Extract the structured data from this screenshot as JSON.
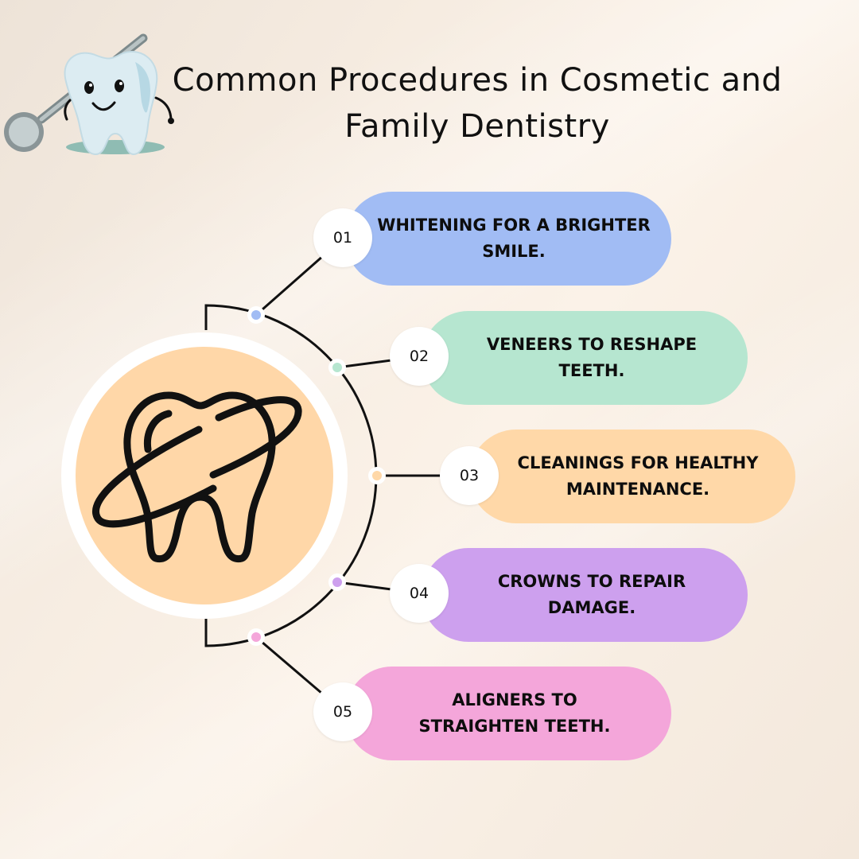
{
  "title": {
    "line1": "Common Procedures in Cosmetic and",
    "line2": "Family Dentistry"
  },
  "icons": {
    "mascot": "cartoon-tooth-with-dental-mirror",
    "center": "tooth-outline-icon"
  },
  "colors": {
    "center_fill": "#ffd7a8",
    "connector": "#111111"
  },
  "procedures": [
    {
      "number": "01",
      "text": "WHITENING FOR A BRIGHTER SMILE.",
      "color": "#a1bcf4"
    },
    {
      "number": "02",
      "text": "VENEERS TO RESHAPE TEETH.",
      "color": "#b6e6d0"
    },
    {
      "number": "03",
      "text": "CLEANINGS FOR HEALTHY MAINTENANCE.",
      "color": "#ffd8a8"
    },
    {
      "number": "04",
      "text": "CROWNS TO REPAIR DAMAGE.",
      "color": "#cda0ee"
    },
    {
      "number": "05",
      "text": "ALIGNERS TO STRAIGHTEN TEETH.",
      "color": "#f4a6da"
    }
  ]
}
